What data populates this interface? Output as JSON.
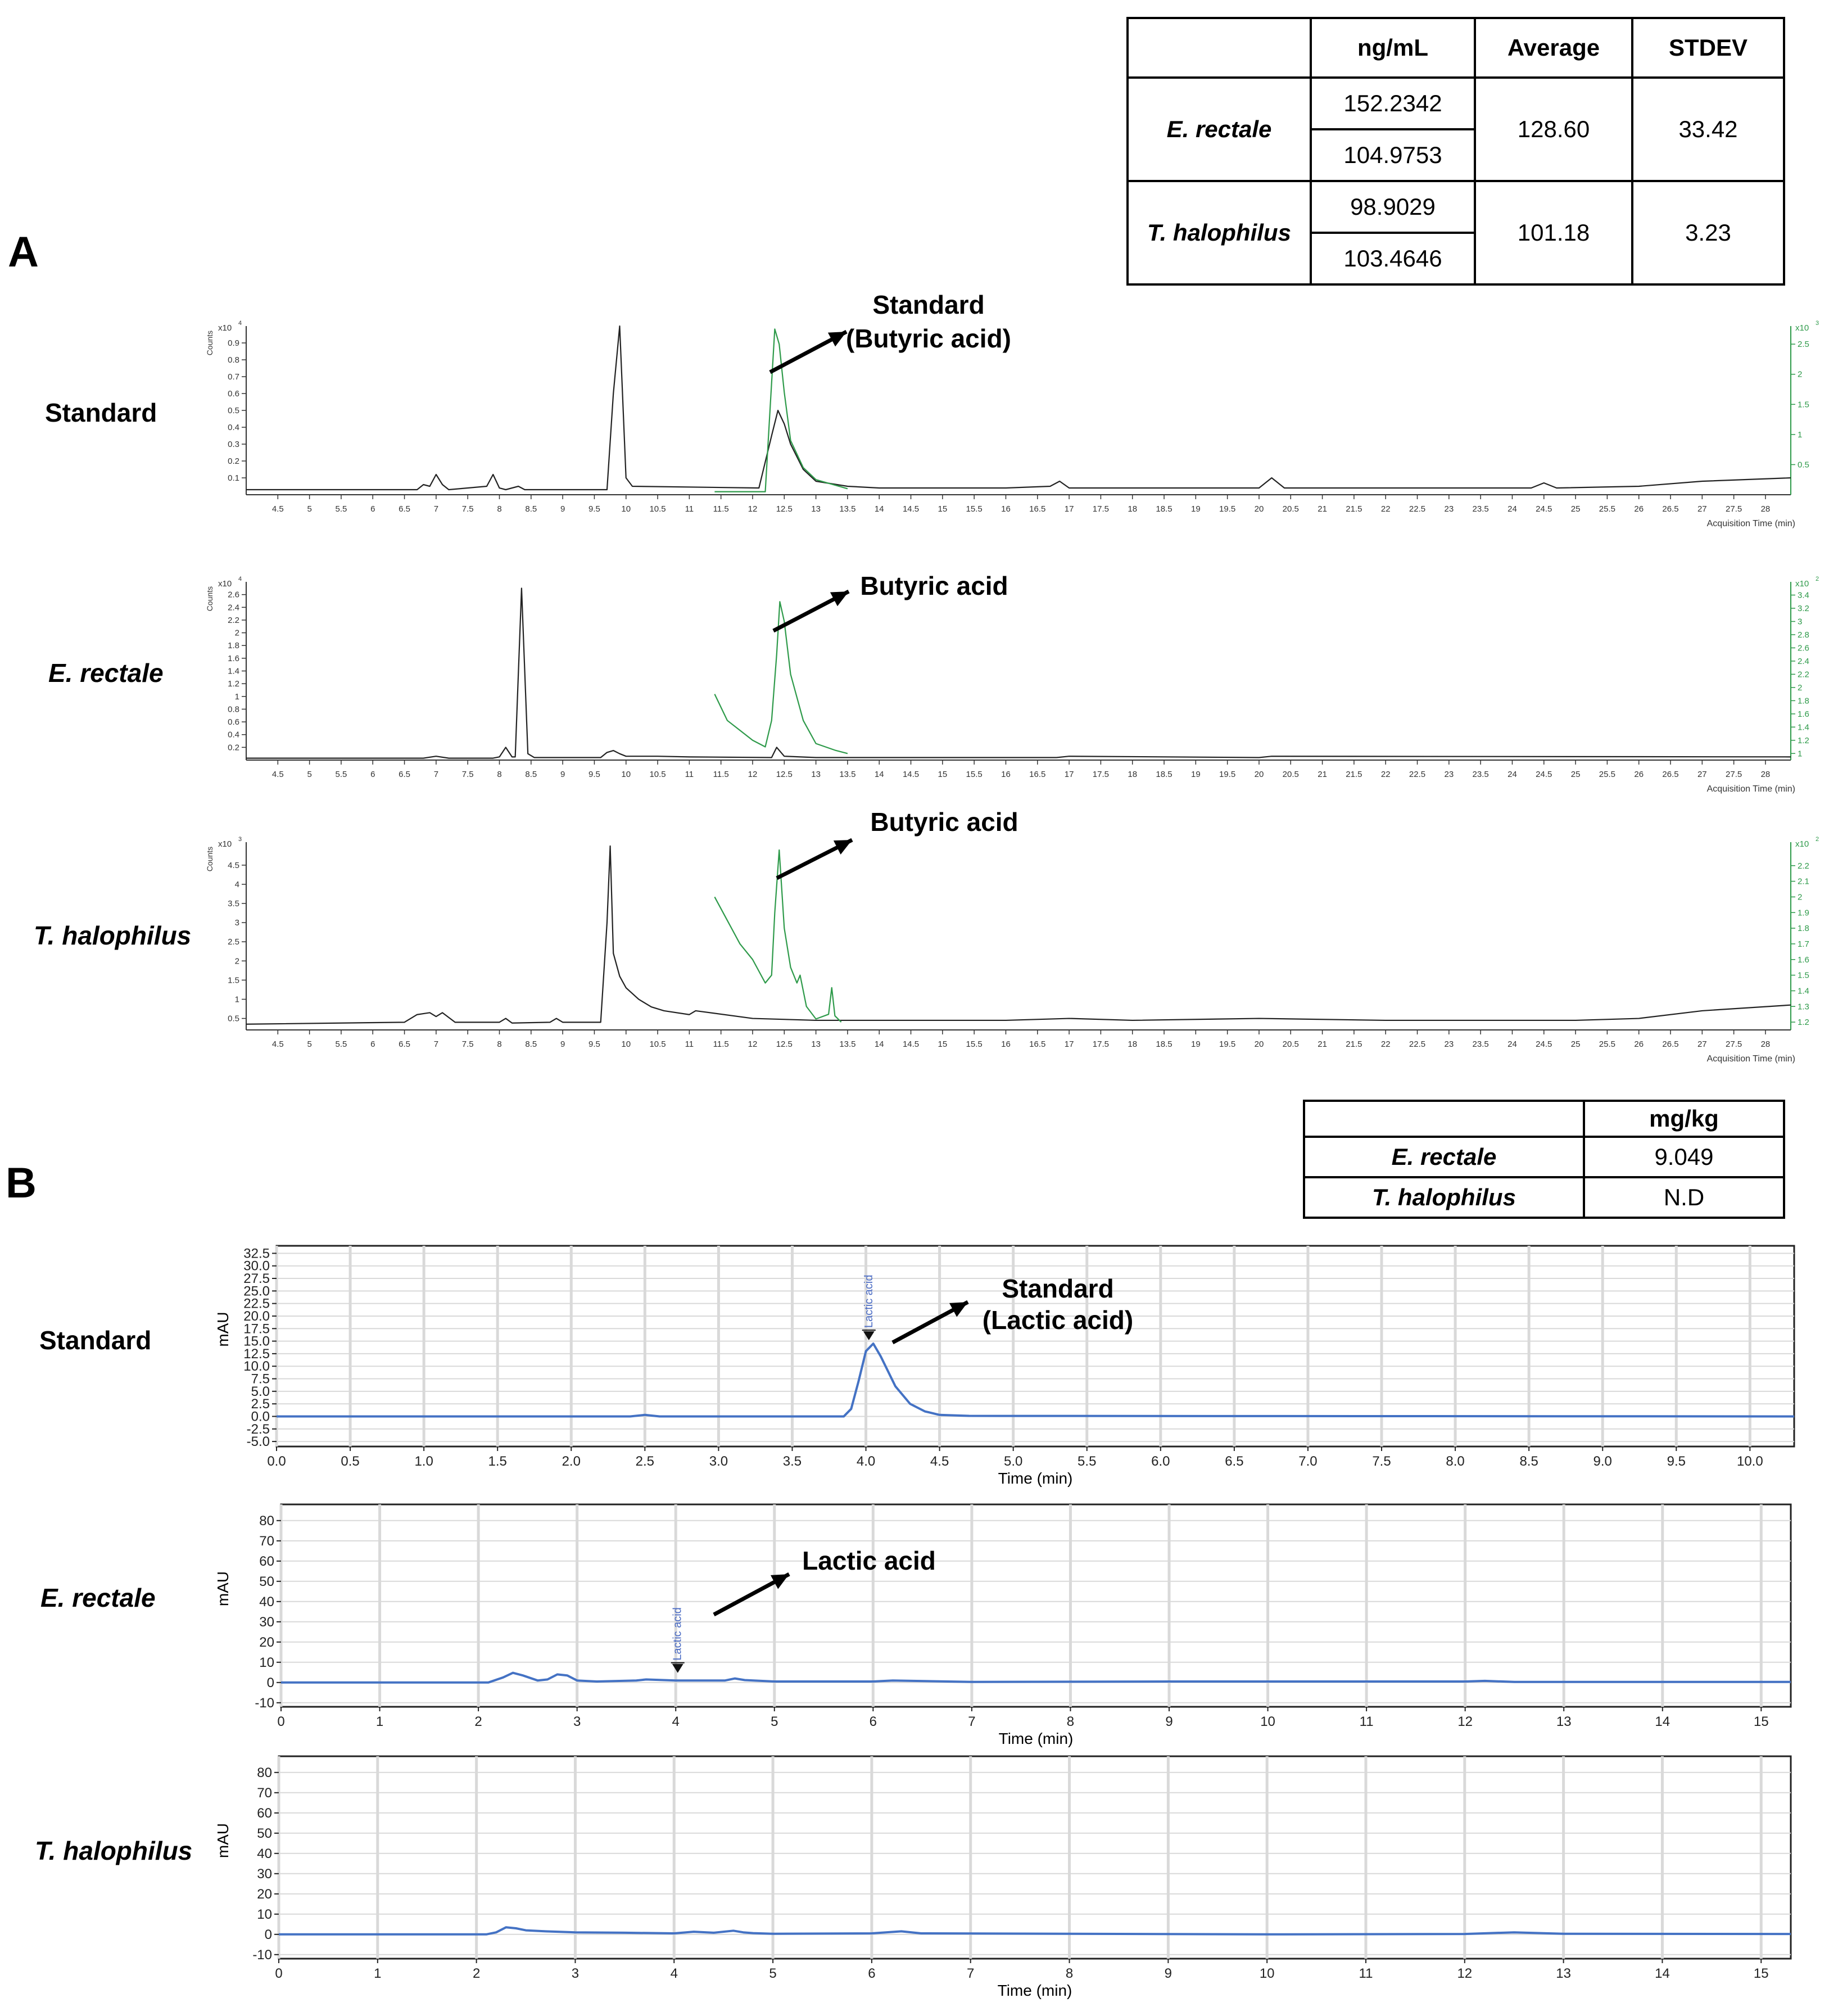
{
  "panel_labels": {
    "a": "A",
    "b": "B"
  },
  "table_a": {
    "headers": [
      "",
      "ng/mL",
      "Average",
      "STDEV"
    ],
    "rows": [
      {
        "name": "E. rectale",
        "values": [
          "152.2342",
          "104.9753"
        ],
        "average": "128.60",
        "stdev": "33.42"
      },
      {
        "name": "T. halophilus",
        "values": [
          "98.9029",
          "103.4646"
        ],
        "average": "101.18",
        "stdev": "3.23"
      }
    ]
  },
  "table_b": {
    "headers": [
      "",
      "mg/kg"
    ],
    "rows": [
      {
        "name": "E. rectale",
        "value": "9.049"
      },
      {
        "name": "T. halophilus",
        "value": "N.D"
      }
    ]
  },
  "colors": {
    "gc_main": "#222222",
    "gc_sim": "#2e9a4a",
    "hplc_trace": "#4472c4",
    "grid": "#d9d9d9"
  },
  "chart_data": [
    {
      "type": "line",
      "row_label": "Standard",
      "annotation_lines": [
        "Standard",
        "(Butyric acid)"
      ],
      "y_label": "Counts",
      "y_multiplier": "x10",
      "y_exp": "4",
      "y2_multiplier": "x10",
      "y2_exp": "3",
      "x_title": "Acquisition Time (min)",
      "xlim": [
        4.0,
        28.4
      ],
      "ylim": [
        0,
        1.0
      ],
      "y2lim": [
        0,
        2.8
      ],
      "xticks": [
        4.5,
        5,
        5.5,
        6,
        6.5,
        7,
        7.5,
        8,
        8.5,
        9,
        9.5,
        10,
        10.5,
        11,
        11.5,
        12,
        12.5,
        13,
        13.5,
        14,
        14.5,
        15,
        15.5,
        16,
        16.5,
        17,
        17.5,
        18,
        18.5,
        19,
        19.5,
        20,
        20.5,
        21,
        21.5,
        22,
        22.5,
        23,
        23.5,
        24,
        24.5,
        25,
        25.5,
        26,
        26.5,
        27,
        27.5,
        28
      ],
      "yticks": [
        0.1,
        0.2,
        0.3,
        0.4,
        0.5,
        0.6,
        0.7,
        0.8,
        0.9
      ],
      "y2ticks": [
        0.5,
        1,
        1.5,
        2,
        2.5
      ],
      "series": [
        {
          "x": [
            4.0,
            6.7,
            6.8,
            6.9,
            7.0,
            7.1,
            7.2,
            7.8,
            7.9,
            8.0,
            8.1,
            8.3,
            8.4,
            8.5,
            9.7,
            9.8,
            9.9,
            10.0,
            10.1,
            12.1,
            12.3,
            12.4,
            12.5,
            12.6,
            12.8,
            13.0,
            13.5,
            14,
            16,
            16.7,
            16.85,
            17.0,
            20.0,
            20.2,
            20.4,
            24.3,
            24.5,
            24.7,
            26,
            27,
            28.4
          ],
          "y": [
            0.03,
            0.03,
            0.06,
            0.05,
            0.12,
            0.06,
            0.03,
            0.05,
            0.12,
            0.04,
            0.03,
            0.05,
            0.03,
            0.03,
            0.03,
            0.6,
            1.0,
            0.1,
            0.05,
            0.04,
            0.35,
            0.5,
            0.42,
            0.3,
            0.15,
            0.08,
            0.05,
            0.04,
            0.04,
            0.05,
            0.08,
            0.04,
            0.04,
            0.1,
            0.04,
            0.04,
            0.07,
            0.04,
            0.05,
            0.08,
            0.1
          ]
        },
        {
          "x": [
            11.4,
            12.2,
            12.28,
            12.35,
            12.42,
            12.5,
            12.6,
            12.8,
            13.0,
            13.5
          ],
          "y": [
            0.05,
            0.05,
            1.5,
            2.75,
            2.5,
            1.7,
            0.9,
            0.45,
            0.25,
            0.1
          ]
        }
      ]
    },
    {
      "type": "line",
      "row_label": "E. rectale",
      "annotation_lines": [
        "Butyric acid"
      ],
      "y_label": "Counts",
      "y_multiplier": "x10",
      "y_exp": "4",
      "y2_multiplier": "x10",
      "y2_exp": "2",
      "x_title": "Acquisition Time (min)",
      "xlim": [
        4.0,
        28.4
      ],
      "ylim": [
        0,
        2.8
      ],
      "y2lim": [
        0.9,
        3.6
      ],
      "xticks": [
        4.5,
        5,
        5.5,
        6,
        6.5,
        7,
        7.5,
        8,
        8.5,
        9,
        9.5,
        10,
        10.5,
        11,
        11.5,
        12,
        12.5,
        13,
        13.5,
        14,
        14.5,
        15,
        15.5,
        16,
        16.5,
        17,
        17.5,
        18,
        18.5,
        19,
        19.5,
        20,
        20.5,
        21,
        21.5,
        22,
        22.5,
        23,
        23.5,
        24,
        24.5,
        25,
        25.5,
        26,
        26.5,
        27,
        27.5,
        28
      ],
      "yticks": [
        0.2,
        0.4,
        0.6,
        0.8,
        1,
        1.2,
        1.4,
        1.6,
        1.8,
        2,
        2.2,
        2.4,
        2.6
      ],
      "y2ticks": [
        1,
        1.2,
        1.4,
        1.6,
        1.8,
        2,
        2.2,
        2.4,
        2.6,
        2.8,
        3,
        3.2,
        3.4
      ],
      "series": [
        {
          "x": [
            4.0,
            6.8,
            7.0,
            7.2,
            7.9,
            8.0,
            8.1,
            8.2,
            8.25,
            8.35,
            8.45,
            8.55,
            9.6,
            9.7,
            9.8,
            9.9,
            10.0,
            10.5,
            11,
            12.3,
            12.38,
            12.5,
            13,
            16,
            16.8,
            17.0,
            20.0,
            20.2,
            28.4
          ],
          "y": [
            0.03,
            0.03,
            0.06,
            0.03,
            0.03,
            0.05,
            0.2,
            0.05,
            0.05,
            2.7,
            0.1,
            0.04,
            0.04,
            0.12,
            0.15,
            0.1,
            0.06,
            0.06,
            0.05,
            0.04,
            0.2,
            0.06,
            0.04,
            0.04,
            0.04,
            0.06,
            0.04,
            0.06,
            0.05
          ]
        },
        {
          "x": [
            11.4,
            11.6,
            11.8,
            12.0,
            12.2,
            12.3,
            12.38,
            12.43,
            12.5,
            12.6,
            12.8,
            13.0,
            13.3,
            13.5
          ],
          "y": [
            1.9,
            1.5,
            1.35,
            1.2,
            1.1,
            1.5,
            2.5,
            3.3,
            3.0,
            2.2,
            1.5,
            1.15,
            1.05,
            1.0
          ]
        }
      ]
    },
    {
      "type": "line",
      "row_label": "T. halophilus",
      "annotation_lines": [
        "Butyric acid"
      ],
      "y_label": "Counts",
      "y_multiplier": "x10",
      "y_exp": "3",
      "y2_multiplier": "x10",
      "y2_exp": "2",
      "x_title": "Acquisition Time (min)",
      "xlim": [
        4.0,
        28.4
      ],
      "ylim": [
        0.2,
        5.1
      ],
      "y2lim": [
        1.15,
        2.35
      ],
      "xticks": [
        4.5,
        5,
        5.5,
        6,
        6.5,
        7,
        7.5,
        8,
        8.5,
        9,
        9.5,
        10,
        10.5,
        11,
        11.5,
        12,
        12.5,
        13,
        13.5,
        14,
        14.5,
        15,
        15.5,
        16,
        16.5,
        17,
        17.5,
        18,
        18.5,
        19,
        19.5,
        20,
        20.5,
        21,
        21.5,
        22,
        22.5,
        23,
        23.5,
        24,
        24.5,
        25,
        25.5,
        26,
        26.5,
        27,
        27.5,
        28
      ],
      "yticks": [
        0.5,
        1,
        1.5,
        2,
        2.5,
        3,
        3.5,
        4,
        4.5
      ],
      "y2ticks": [
        1.2,
        1.3,
        1.4,
        1.5,
        1.6,
        1.7,
        1.8,
        1.9,
        2,
        2.1,
        2.2
      ],
      "series": [
        {
          "x": [
            4.0,
            6.5,
            6.7,
            6.9,
            7.0,
            7.1,
            7.3,
            8.0,
            8.1,
            8.2,
            8.8,
            8.9,
            9.0,
            9.6,
            9.7,
            9.75,
            9.8,
            9.9,
            10.0,
            10.2,
            10.4,
            10.6,
            11.0,
            11.1,
            12,
            13,
            14,
            16,
            17,
            18,
            20,
            22,
            25,
            26,
            27,
            28.4
          ],
          "y": [
            0.35,
            0.4,
            0.6,
            0.65,
            0.55,
            0.65,
            0.4,
            0.4,
            0.5,
            0.38,
            0.4,
            0.5,
            0.4,
            0.4,
            3.0,
            5.0,
            2.2,
            1.6,
            1.3,
            1.0,
            0.8,
            0.7,
            0.6,
            0.7,
            0.5,
            0.45,
            0.45,
            0.45,
            0.5,
            0.45,
            0.5,
            0.45,
            0.45,
            0.5,
            0.7,
            0.85
          ]
        },
        {
          "x": [
            11.4,
            11.6,
            11.8,
            12.0,
            12.2,
            12.3,
            12.35,
            12.42,
            12.5,
            12.6,
            12.7,
            12.75,
            12.85,
            13.0,
            13.2,
            13.25,
            13.3,
            13.4
          ],
          "y": [
            2.0,
            1.85,
            1.7,
            1.6,
            1.45,
            1.5,
            1.9,
            2.3,
            1.8,
            1.55,
            1.45,
            1.5,
            1.3,
            1.22,
            1.25,
            1.42,
            1.24,
            1.2
          ]
        }
      ]
    },
    {
      "type": "line",
      "row_label": "Standard",
      "annotation_lines": [
        "Standard",
        "(Lactic acid)"
      ],
      "peak_label": "Lactic acid",
      "y_label": "mAU",
      "x_title": "Time (min)",
      "xlim": [
        0,
        10.3
      ],
      "ylim": [
        -6,
        34
      ],
      "xticks": [
        0.0,
        0.5,
        1.0,
        1.5,
        2.0,
        2.5,
        3.0,
        3.5,
        4.0,
        4.5,
        5.0,
        5.5,
        6.0,
        6.5,
        7.0,
        7.5,
        8.0,
        8.5,
        9.0,
        9.5,
        10.0
      ],
      "xtick_labels": [
        "0.0",
        "0.5",
        "1.0",
        "1.5",
        "2.0",
        "2.5",
        "3.0",
        "3.5",
        "4.0",
        "4.5",
        "5.0",
        "5.5",
        "6.0",
        "6.5",
        "7.0",
        "7.5",
        "8.0",
        "8.5",
        "9.0",
        "9.5",
        "10.0"
      ],
      "yticks": [
        -5,
        -2.5,
        0,
        2.5,
        5,
        7.5,
        10,
        12.5,
        15,
        17.5,
        20,
        22.5,
        25,
        27.5,
        30,
        32.5
      ],
      "ytick_labels": [
        "-5.0",
        "-2.5",
        "0.0",
        "2.5",
        "5.0",
        "7.5",
        "10.0",
        "12.5",
        "15.0",
        "17.5",
        "20.0",
        "22.5",
        "25.0",
        "27.5",
        "30.0",
        "32.5"
      ],
      "series": [
        {
          "x": [
            0,
            2.4,
            2.5,
            2.6,
            3.85,
            3.9,
            3.95,
            4.0,
            4.05,
            4.1,
            4.2,
            4.3,
            4.4,
            4.5,
            4.7,
            10.3
          ],
          "y": [
            0,
            0,
            0.3,
            0,
            0,
            1.5,
            7,
            13,
            14.5,
            12,
            6,
            2.5,
            1,
            0.3,
            0.1,
            0
          ]
        }
      ]
    },
    {
      "type": "line",
      "row_label": "E. rectale",
      "annotation_lines": [
        "Lactic acid"
      ],
      "peak_label": "Lactic acid",
      "y_label": "mAU",
      "x_title": "Time (min)",
      "xlim": [
        0,
        15.3
      ],
      "ylim": [
        -12,
        88
      ],
      "xticks": [
        0,
        1,
        2,
        3,
        4,
        5,
        6,
        7,
        8,
        9,
        10,
        11,
        12,
        13,
        14,
        15
      ],
      "yticks": [
        -10,
        0,
        10,
        20,
        30,
        40,
        50,
        60,
        70,
        80
      ],
      "series": [
        {
          "x": [
            0,
            2.1,
            2.25,
            2.35,
            2.45,
            2.6,
            2.7,
            2.8,
            2.9,
            3.0,
            3.2,
            3.6,
            3.7,
            4.0,
            4.3,
            4.5,
            4.6,
            4.7,
            5.0,
            6.0,
            6.2,
            7.0,
            9.0,
            12.0,
            12.2,
            12.5,
            15.3
          ],
          "y": [
            0,
            0,
            2.5,
            4.8,
            3.5,
            1,
            1.5,
            4,
            3.5,
            1,
            0.5,
            1,
            1.5,
            1,
            1,
            1,
            2,
            1.2,
            0.5,
            0.5,
            1,
            0.3,
            0.5,
            0.5,
            0.8,
            0.3,
            0.3
          ]
        }
      ]
    },
    {
      "type": "line",
      "row_label": "T. halophilus",
      "y_label": "mAU",
      "x_title": "Time (min)",
      "xlim": [
        0,
        15.3
      ],
      "ylim": [
        -12,
        88
      ],
      "xticks": [
        0,
        1,
        2,
        3,
        4,
        5,
        6,
        7,
        8,
        9,
        10,
        11,
        12,
        13,
        14,
        15
      ],
      "yticks": [
        -10,
        0,
        10,
        20,
        30,
        40,
        50,
        60,
        70,
        80
      ],
      "series": [
        {
          "x": [
            0,
            2.1,
            2.2,
            2.3,
            2.4,
            2.5,
            2.7,
            3.0,
            3.5,
            4.0,
            4.2,
            4.4,
            4.6,
            4.7,
            4.8,
            5.0,
            6.0,
            6.3,
            6.5,
            8.0,
            10.0,
            12.0,
            12.5,
            13.0,
            15.3
          ],
          "y": [
            0,
            0,
            1,
            3.5,
            3,
            2,
            1.5,
            1,
            0.8,
            0.5,
            1.3,
            0.8,
            1.8,
            1,
            0.6,
            0.3,
            0.5,
            1.5,
            0.5,
            0.3,
            0,
            0.2,
            1,
            0.3,
            0.2
          ]
        }
      ]
    }
  ]
}
